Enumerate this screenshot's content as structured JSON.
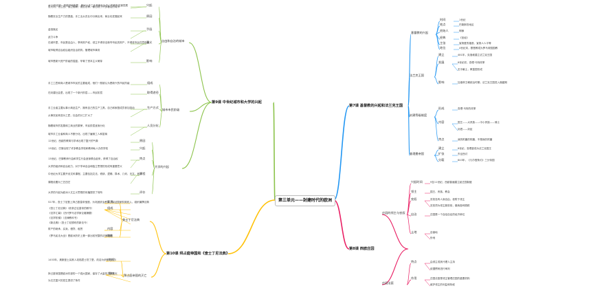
{
  "root": "第三单元——封建时代的欧洲",
  "branches": {
    "b9": {
      "title": "第9课 中世纪城市和大学的兴起",
      "groups": [
        {
          "title": "自由和自治的城市",
          "subs": [
            {
              "label": "兴起",
              "items": [
                "从10世纪起，西欧开始恢复，新兴以手工业和商业为中心的城市迅速发展",
                "意大利、法兰西、佛兰德斯、德意志等，都出现了许多著名的城市"
              ]
            },
            {
              "label": "原因",
              "items": [
                "随着农业生产力的提高，手工业从农业中分离出来，商业也发展起来"
              ]
            },
            {
              "label": "手段",
              "items": [
                "金钱赎买",
                "武力斗争"
              ]
            },
            {
              "label": "意义",
              "items": [
                "在城市里，市民是自由人，享有财产权，领主不得非法剥夺市民的财产，不得将市民任意役使",
                "城市取得自治权后组织自治机构，管理城市事务"
              ]
            },
            {
              "label": "影响",
              "items": [
                "城市是新兴资产阶级的摇篮，孕育了资本主义萌芽"
              ]
            }
          ]
        },
        {
          "title": "城市市民阶级",
          "subs": [
            {
              "label": "组成",
              "items": [
                "手工工匠和商人是城市市民的主要组成，他们一般被认为是新兴的市民阶级"
              ]
            },
            {
              "label": "取得途径",
              "items": [
                "在封建社会里，出现了一个新兴阶层——市民阶层"
              ]
            },
            {
              "label": "生产方式",
              "items": [
                "手工业者主要从事小商品生产，拥有自己的生产工具，自己和家庭成员参加劳动",
                "从事农民转变为工匠，社会的分工扩大了"
              ]
            },
            {
              "label": "人员分化",
              "items": [
                "随着城市的发展和工商业的繁荣，市民阶层逐渐分化",
                "城市手工业者和商人不断分化，出现了雇佣工人和富商"
              ]
            }
          ]
        },
        {
          "title": "大学的兴起",
          "subs": [
            {
              "label": "原因",
              "items": [
                "12世纪，西欧的教育与学术出现了复兴的气象"
              ]
            },
            {
              "label": "兴起",
              "items": [
                "13世纪，巴黎出现了许多教会学校和教师私人办的学校"
              ]
            },
            {
              "label": "特点",
              "items": [
                "13世纪，巴黎教师行会和学生行会逐渐联合起来，获得了自治权",
                "大学的组织和自治权力，对于学术自由和独立思想的形成有重要意义"
              ]
            },
            {
              "label": "课程",
              "items": [
                "中世纪大学主要开设文科课程，主要包括文法、修辞、逻辑、算术、几何、天文、音乐",
                "课程设置为三艺四艺"
              ]
            },
            {
              "label": "评价",
              "items": [
                "大学的兴起为欧洲人文主义思想的传播提供了场所"
              ]
            }
          ]
        }
      ]
    },
    "b10": {
      "title": "第10课 拜占庭帝国和《查士丁尼法典》",
      "groups": [
        {
          "title": "查士丁尼法典",
          "subs": [
            {
              "label": "背景",
              "items": [
                "527年，查士丁尼登上拜占庭皇帝宝座，为巩固统治秩序，保证国家财政收入，组织编撰法典"
              ]
            },
            {
              "label": "组成",
              "items": [
                "《查士丁尼法典》（收录过往皇帝的敕令）",
                "《法学汇纂》（历代罗马法学家论著摘要）",
                "《法学阶梯》（法律教科书）",
                "《新法典》（查士丁尼颁布的新法令）"
              ]
            },
            {
              "label": "内容",
              "items": [
                "财产的继承、买卖、借贷、租赁"
              ]
            },
            {
              "label": "地位",
              "items": [
                "《罗马民法大全》是欧洲历史上第一部比较完整的法律典籍"
              ]
            }
          ]
        },
        {
          "title": "拜占庭帝国的灭亡",
          "subs": [
            {
              "label": "时间",
              "items": [
                "1453年，奥斯曼土耳其人攻陷君士坦丁堡，改名为伊斯坦布尔"
              ]
            },
            {
              "label": "影响",
              "items": [
                "拜占庭帝国是欧洲东部的一个强大国家，保存了大量的古典文化",
                "为文艺复兴的发生提供了条件"
              ]
            }
          ]
        }
      ]
    },
    "b7": {
      "title": "第7课 基督教的兴起和法兰克王国",
      "groups": [
        {
          "title": "基督教的兴起",
          "subs": [
            {
              "label": "时间",
              "items": [
                "1世纪"
              ]
            },
            {
              "label": "地点",
              "items": [
                "巴勒斯坦地区"
              ]
            },
            {
              "label": "创始人",
              "items": [
                "耶稣"
              ]
            },
            {
              "label": "经典",
              "items": [
                "《圣经》"
              ]
            },
            {
              "label": "主张",
              "items": [
                "宣扬爱的福音，宣扬人人平等"
              ]
            },
            {
              "label": "地位",
              "items": [
                "4世纪末，基督教成为罗马帝国国教"
              ]
            }
          ]
        },
        {
          "title": "法兰克王国",
          "subs": [
            {
              "label": "建立",
              "items": [
                "481年，克洛维建立法兰克王国"
              ]
            },
            {
              "label": "发展",
              "items": [
                "8世纪初，查理·马特改革",
                "丕平献土，教皇国形成"
              ]
            },
            {
              "label": "影响",
              "items": [
                "加洛林王朝统治时期，法兰克王国进入鼎盛期"
              ]
            }
          ]
        },
        {
          "title": "封建等级制度",
          "subs": [
            {
              "label": "形成",
              "items": [
                "查理·马特的改革"
              ]
            },
            {
              "label": "内容",
              "items": [
                "国王——大贵族——中小贵族——骑士",
                "封君——封臣"
              ]
            },
            {
              "label": "特点",
              "items": [
                "我的附庸的附庸，不是我的附庸"
              ]
            }
          ]
        },
        {
          "title": "查理曼帝国",
          "subs": [
            {
              "label": "建立",
              "items": [
                "8世纪，查理曼成为法兰克国王"
              ]
            },
            {
              "label": "扩张",
              "items": [
                "东征西讨"
              ]
            },
            {
              "label": "分裂",
              "items": [
                "843年，《凡尔登条约》三分帝国"
              ]
            }
          ]
        }
      ]
    },
    "b8": {
      "title": "第8课 西欧庄园",
      "groups": [
        {
          "title": "庄园的领主与农奴",
          "subs": [
            {
              "label": "兴起时间",
              "items": [
                "9至11世纪，西欧普遍建立起庄园制度"
              ]
            },
            {
              "label": "领主",
              "items": [
                "国王、贵族、教会"
              ]
            },
            {
              "label": "农奴",
              "items": [
                "农奴没有人身自由，依附于领主",
                "农奴须为领主服劳役，缴纳各种捐税"
              ]
            },
            {
              "label": "自治",
              "items": [
                "庄园是一个自给自足的经济单位"
              ]
            },
            {
              "label": "土地",
              "items": [
                "自营地",
                "份地"
              ]
            }
          ]
        },
        {
          "title": "庄园法庭",
          "subs": [
            {
              "label": "特点",
              "items": [
                "由领主或其代理人主持",
                "依据惯例进行审判"
              ]
            },
            {
              "label": "作用",
              "items": [
                "庄园法庭是领主管理庄园的重要机构",
                "维护领主的利益和特权"
              ]
            }
          ]
        }
      ]
    }
  }
}
